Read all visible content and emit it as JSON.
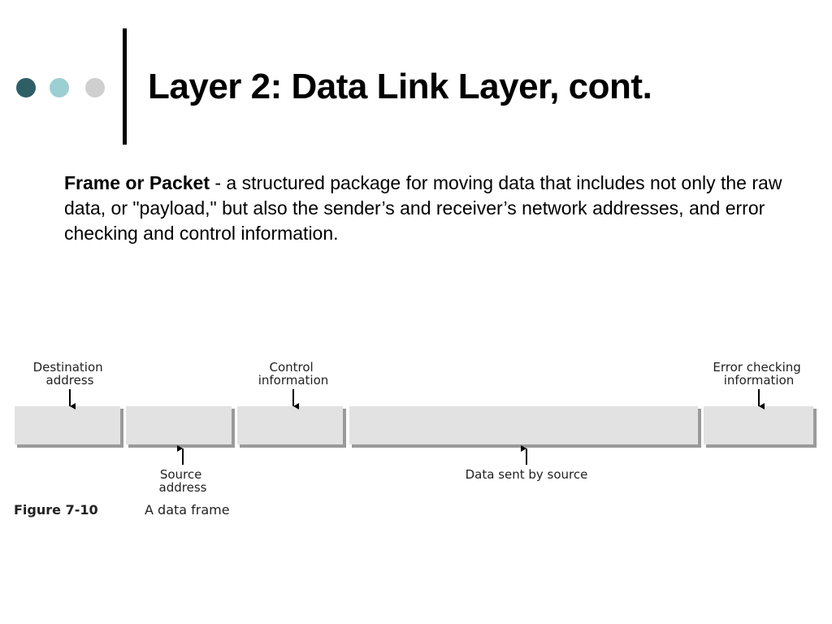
{
  "slide": {
    "title": "Layer 2: Data Link Layer, cont.",
    "term": "Frame or Packet",
    "definition": " - a structured package for moving data that includes not only the raw data, or \"payload,\" but also the sender’s and receiver’s network addresses, and error checking and control information."
  },
  "colors": {
    "dot_dark": "#2f5f66",
    "dot_teal": "#9ccfd2",
    "dot_gray": "#cfcfcf",
    "field_fill": "#e2e2e2",
    "field_shadow": "#9a9a9a"
  },
  "figure": {
    "labels_above": {
      "destination": [
        "Destination",
        "address"
      ],
      "control": [
        "Control",
        "information"
      ],
      "error": [
        "Error checking",
        "information"
      ]
    },
    "labels_below": {
      "source": [
        "Source",
        "address"
      ],
      "data": [
        "Data sent by source"
      ]
    },
    "caption_number": "Figure 7-10",
    "caption_text": "A data frame"
  }
}
